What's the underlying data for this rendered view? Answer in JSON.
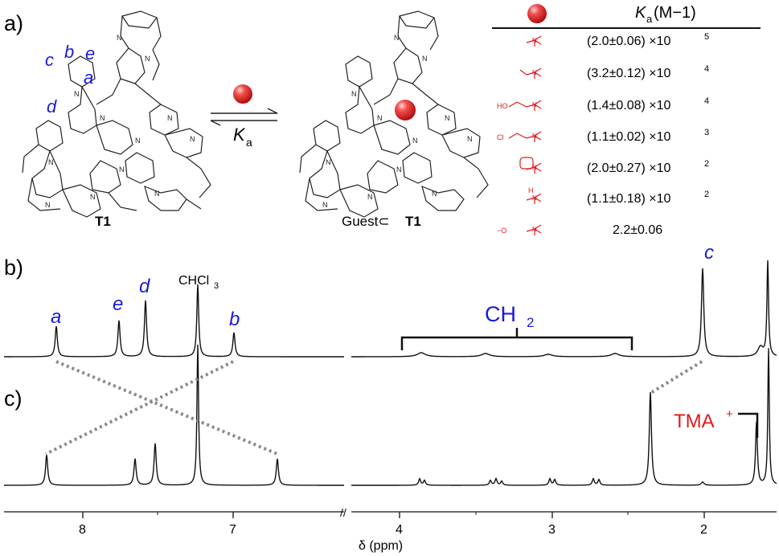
{
  "panels": {
    "a": "a)",
    "b": "b)",
    "c": "c)"
  },
  "scheme": {
    "host_label": "T1",
    "complex_label_prefix": "Guest⊂",
    "complex_label_bold": "T1",
    "arrow_label": "K",
    "arrow_label_sub": "a",
    "proton_labels": [
      "c",
      "b",
      "e",
      "a",
      "d"
    ]
  },
  "table": {
    "header_value": "K",
    "header_sub": "a",
    "header_unit": "(M−1)",
    "rows": [
      {
        "value": "(2.0±0.06) ×10",
        "exp": "5"
      },
      {
        "value": "(3.2±0.12) ×10",
        "exp": "4"
      },
      {
        "value": "(1.4±0.08) ×10",
        "exp": "4"
      },
      {
        "value": "(1.1±0.02) ×10",
        "exp": "3"
      },
      {
        "value": "(2.0±0.27) ×10",
        "exp": "2"
      },
      {
        "value": "(1.1±0.18) ×10",
        "exp": "2"
      },
      {
        "value": "2.2±0.06",
        "exp": ""
      }
    ],
    "guest_labels": [
      "",
      "",
      "HO",
      "Cl",
      "",
      "H",
      "−O"
    ]
  },
  "spectra": {
    "peak_labels": {
      "a": "a",
      "e": "e",
      "d": "d",
      "b": "b",
      "c": "c"
    },
    "solvent": "CHCl",
    "solvent_sub": "3",
    "ch2": "CH",
    "ch2_sub": "2",
    "tma": "TMA",
    "tma_sup": "+"
  },
  "axis": {
    "xlabel": "δ (ppm)",
    "ticks": [
      "8",
      "7",
      "4",
      "3",
      "2"
    ],
    "break_mark": "//"
  },
  "colors": {
    "label_blue": "#1a1adc",
    "guest_red": "#e01b1b",
    "dotted": "#8a8a8a"
  }
}
